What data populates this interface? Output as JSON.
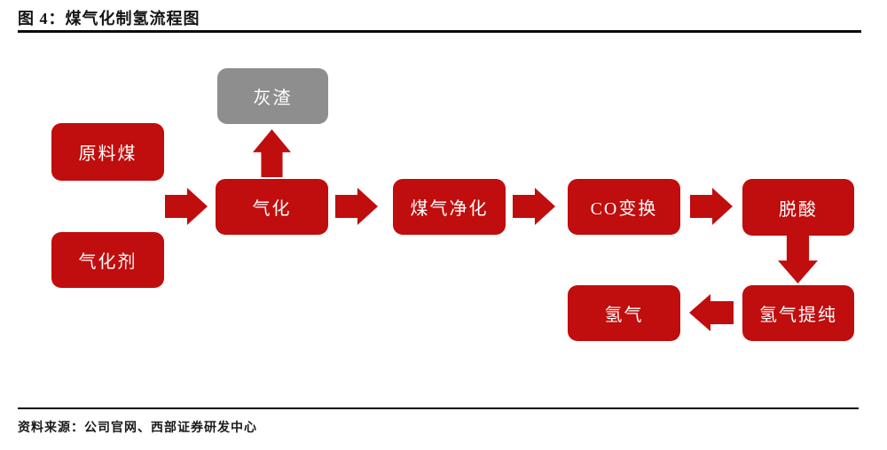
{
  "header": {
    "title": "图 4：煤气化制氢流程图"
  },
  "footer": {
    "source": "资料来源：公司官网、西部证券研发中心"
  },
  "colors": {
    "node_red": "#c00d0d",
    "node_gray": "#8e8e8e",
    "arrow_red": "#c00d0d",
    "line_black": "#0a0a0a",
    "node_text": "#ffffff"
  },
  "flow": {
    "nodes": [
      {
        "id": "raw-coal",
        "label": "原料煤",
        "type": "input"
      },
      {
        "id": "gasification-agent",
        "label": "气化剂",
        "type": "input"
      },
      {
        "id": "gasification",
        "label": "气化",
        "type": "process"
      },
      {
        "id": "ash-residue",
        "label": "灰渣",
        "type": "byproduct"
      },
      {
        "id": "gas-purification",
        "label": "煤气净化",
        "type": "process"
      },
      {
        "id": "co-shift",
        "label": "CO变换",
        "type": "process"
      },
      {
        "id": "deacidification",
        "label": "脱酸",
        "type": "process"
      },
      {
        "id": "hydrogen-purification",
        "label": "氢气提纯",
        "type": "process"
      },
      {
        "id": "hydrogen",
        "label": "氢气",
        "type": "output"
      }
    ],
    "edges": [
      {
        "from": "原料煤/气化剂",
        "to": "气化",
        "direction": "right"
      },
      {
        "from": "气化",
        "to": "灰渣",
        "direction": "up"
      },
      {
        "from": "气化",
        "to": "煤气净化",
        "direction": "right"
      },
      {
        "from": "煤气净化",
        "to": "CO变换",
        "direction": "right"
      },
      {
        "from": "CO变换",
        "to": "脱酸",
        "direction": "right"
      },
      {
        "from": "脱酸",
        "to": "氢气提纯",
        "direction": "down"
      },
      {
        "from": "氢气提纯",
        "to": "氢气",
        "direction": "left"
      }
    ]
  }
}
